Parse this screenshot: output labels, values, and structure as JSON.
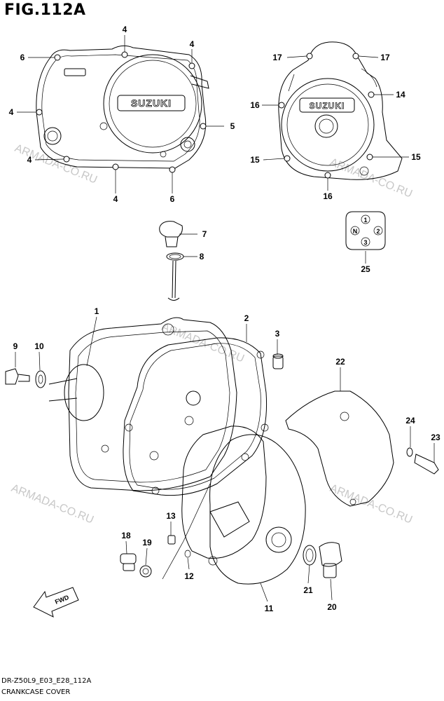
{
  "figure_title": "FIG.112A",
  "footer": {
    "code": "DR-Z50L9_E03_E28_112A",
    "caption": "CRANKCASE COVER"
  },
  "watermark": "ARMADA-CO.RU",
  "brand_logo_text": "SUZUKI",
  "fwd_label": "FWD",
  "shift_indicator": [
    "N",
    "1",
    "2",
    "3"
  ],
  "callouts": {
    "c1": "1",
    "c2": "2",
    "c3": "3",
    "c4a": "4",
    "c4b": "4",
    "c4c": "4",
    "c4d": "4",
    "c4e": "4",
    "c5": "5",
    "c6a": "6",
    "c6b": "6",
    "c7": "7",
    "c8": "8",
    "c9": "9",
    "c10": "10",
    "c11": "11",
    "c12": "12",
    "c13": "13",
    "c14": "14",
    "c15a": "15",
    "c15b": "15",
    "c16a": "16",
    "c16b": "16",
    "c17a": "17",
    "c17b": "17",
    "c18": "18",
    "c19": "19",
    "c20": "20",
    "c21": "21",
    "c22": "22",
    "c23": "23",
    "c24": "24",
    "c25": "25"
  }
}
